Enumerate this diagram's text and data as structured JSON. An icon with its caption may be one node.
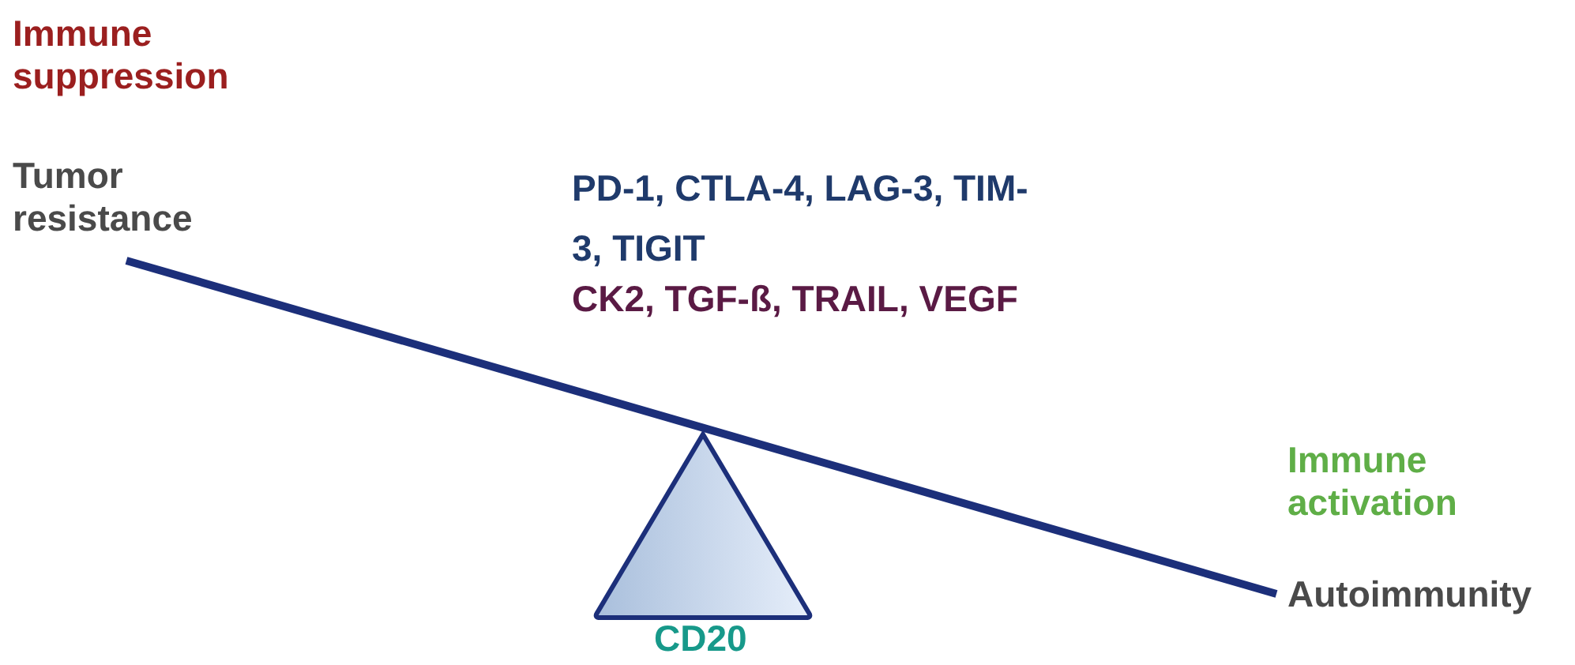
{
  "diagram": {
    "nodes": [
      {
        "text": [
          "CD20"
        ]
      }
    ],
    "labels": [
      "Immune suppression",
      "Tumor resistance",
      "PD-1, CTLA-4, LAG-3, TIM-3, TIGIT",
      "CK2, TGF-ß, TRAIL, VEGF",
      "Immune activation",
      "Autoimmunity"
    ]
  }
}
